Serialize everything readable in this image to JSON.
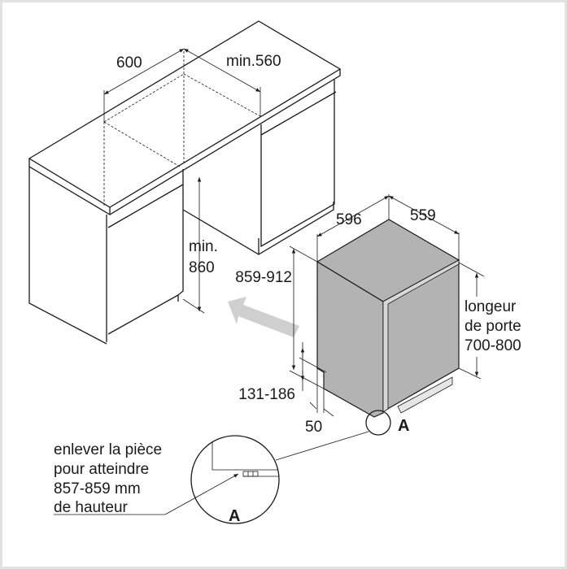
{
  "cabinet": {
    "width_label": "600",
    "depth_label": "min.560",
    "height_label_line1": "min.",
    "height_label_line2": "860"
  },
  "appliance": {
    "width_label": "596",
    "depth_label": "559",
    "height_label": "859-912",
    "plinth_label": "131-186",
    "recess_label": "50",
    "door_label_line1": "longeur",
    "door_label_line2": "de porte",
    "door_label_line3": "700-800",
    "detail_marker": "A",
    "body_color": "#b3b3b3"
  },
  "detail": {
    "marker": "A",
    "note_line1": "enlever la pièce",
    "note_line2": "pour atteindre",
    "note_line3": "857-859 mm",
    "note_line4": "de hauteur"
  },
  "insert_arrow_color": "#cfcfcf"
}
